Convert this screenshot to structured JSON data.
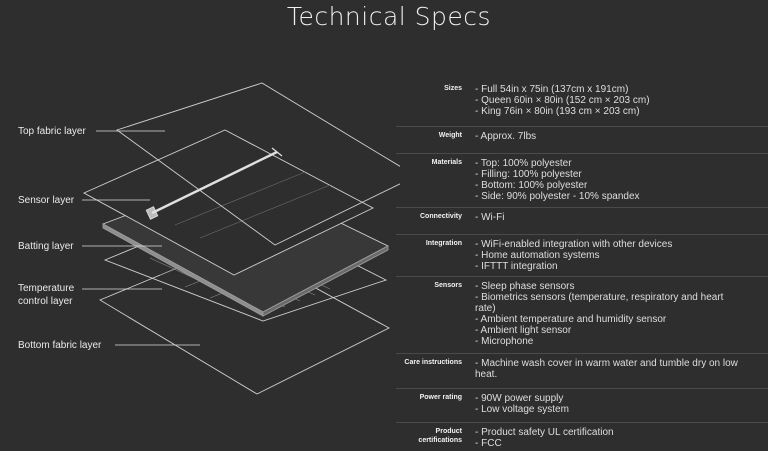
{
  "title": "Technical Specs",
  "layers": [
    {
      "name": "top-fabric",
      "label": "Top fabric layer"
    },
    {
      "name": "sensor",
      "label": "Sensor layer"
    },
    {
      "name": "batting",
      "label": "Batting layer"
    },
    {
      "name": "temperature-control",
      "label": "Temperature\ncontrol layer"
    },
    {
      "name": "bottom-fabric",
      "label": "Bottom fabric layer"
    }
  ],
  "specs": [
    {
      "label": "Sizes",
      "values": [
        "- Full 54in x 75in (137cm x 191cm)",
        "- Queen 60in × 80in (152 cm × 203 cm)",
        "- King 76in × 80in (193 cm × 203 cm)"
      ]
    },
    {
      "label": "Weight",
      "values": [
        "- Approx. 7lbs"
      ]
    },
    {
      "label": "Materials",
      "values": [
        "- Top: 100% polyester",
        "- Filling: 100% polyester",
        "- Bottom: 100% polyester",
        "- Side: 90% polyester - 10% spandex"
      ]
    },
    {
      "label": "Connectivity",
      "values": [
        "- Wi-Fi"
      ]
    },
    {
      "label": "Integration",
      "values": [
        "- WiFi-enabled integration with other devices",
        "- Home automation systems",
        "- IFTTT integration"
      ]
    },
    {
      "label": "Sensors",
      "values": [
        "- Sleep phase sensors",
        "- Biometrics sensors (temperature, respiratory and heart rate)",
        "- Ambient temperature and humidity sensor",
        "- Ambient light sensor",
        "- Microphone"
      ]
    },
    {
      "label": "Care instructions",
      "values": [
        "- Machine wash cover in warm water and tumble dry on low heat."
      ]
    },
    {
      "label": "Power rating",
      "values": [
        "- 90W power supply",
        "- Low voltage system"
      ]
    },
    {
      "label": "Product certifications",
      "values": [
        "- Product safety UL certification",
        "- FCC"
      ]
    }
  ]
}
